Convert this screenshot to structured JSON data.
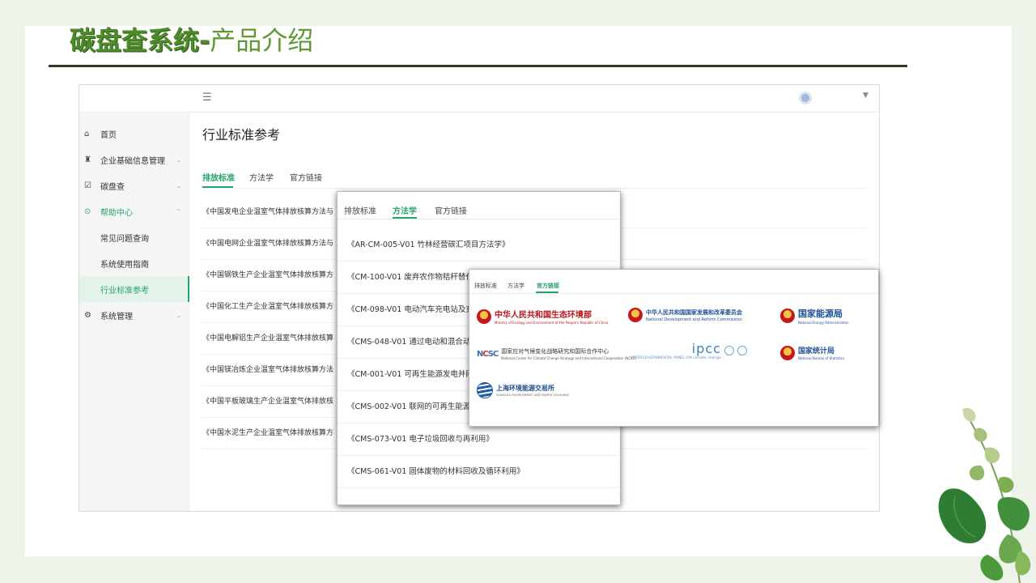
{
  "slide": {
    "title_strong": "碳盘查系统-",
    "title_rest": "产品介绍"
  },
  "app": {
    "sidebar": {
      "items": [
        {
          "icon": "home-icon",
          "glyph": "⌂",
          "label": "首页"
        },
        {
          "icon": "building-icon",
          "glyph": "♜",
          "label": "企业基础信息管理",
          "arrow": "⌄"
        },
        {
          "icon": "checklist-icon",
          "glyph": "☑",
          "label": "碳盘查",
          "arrow": "⌄"
        },
        {
          "icon": "help-icon",
          "glyph": "⊙",
          "label": "帮助中心",
          "arrow": "⌃"
        },
        {
          "label": "常见问题查询"
        },
        {
          "label": "系统使用指南"
        },
        {
          "label": "行业标准参考"
        },
        {
          "icon": "settings-icon",
          "glyph": "⚙",
          "label": "系统管理",
          "arrow": "⌄"
        }
      ]
    },
    "page_heading": "行业标准参考",
    "tabs": [
      "排放标准",
      "方法学",
      "官方链接"
    ],
    "rows": [
      "《中国发电企业温室气体排放核算方法与",
      "《中国电网企业温室气体排放核算方法与",
      "《中国钢铁生产企业温室气体排放核算方",
      "《中国化工生产企业温室气体排放核算方",
      "《中国电解铝生产企业温室气体排放核算",
      "《中国镁冶炼企业温室气体排放核算方法",
      "《中国平板玻璃生产企业温室气体排放核",
      "《中国水泥生产企业温室气体排放核算方"
    ]
  },
  "methodology_panel": {
    "tabs": [
      "排放标准",
      "方法学",
      "官方链接"
    ],
    "rows": [
      "《AR-CM-005-V01 竹林经营碳汇项目方法学》",
      "《CM-100-V01 废弃农作物秸秆替代",
      "《CM-098-V01 电动汽车充电站及充",
      "《CMS-048-V01 通过电动和混合动",
      "《CM-001-V01 可再生能源发电并网",
      "《CMS-002-V01 联网的可再生能源",
      "《CMS-073-V01 电子垃圾回收与再利用》",
      "《CMS-061-V01 固体废物的材料回收及循环利用》"
    ]
  },
  "links_panel": {
    "tabs": [
      "排放标准",
      "方法学",
      "官方链接"
    ],
    "logos": {
      "mee": {
        "cn": "中华人民共和国生态环境部",
        "en": "Ministry of Ecology and Environment of the People's Republic of China"
      },
      "ndrc": {
        "cn": "中华人民共和国国家发展和改革委员会",
        "en": "National Development and Reform Commission"
      },
      "nea": {
        "cn": "国家能源局",
        "en": "National Energy Administration"
      },
      "ncsc": {
        "badge_a": "N",
        "badge_b": "C",
        "badge_c": "SC",
        "cn": "国家应对气候变化战略研究和国际合作中心",
        "en": "National Center for Climate Change Strategy and International Cooperation (NCSC)"
      },
      "ipcc": {
        "big": "ipcc",
        "line": "INTERGOVERNMENTAL PANEL ON climate change"
      },
      "nbs": {
        "cn": "国家统计局",
        "en": "National Bureau of Statistics"
      },
      "seee": {
        "cn": "上海环境能源交易所",
        "en": "SHANGHAI ENVIRONMENT AND ENERGY EXCHANGE"
      }
    }
  },
  "colors": {
    "accent": "#27a36e",
    "title_green": "#4e8b2a",
    "red_gov": "#b8141a",
    "blue_gov": "#1e4f96"
  }
}
